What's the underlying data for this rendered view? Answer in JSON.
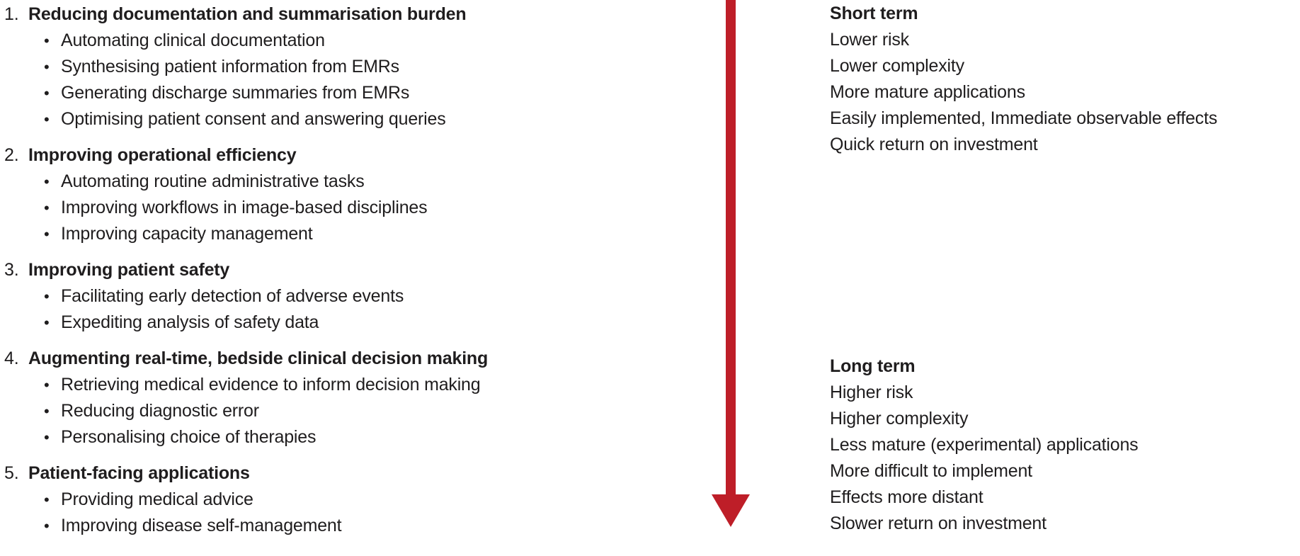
{
  "colors": {
    "arrow_red": "#be1e28",
    "text": "#1f1d1e"
  },
  "left_list": {
    "sections": [
      {
        "number": "1.",
        "title": "Reducing documentation and summarisation burden",
        "items": [
          "Automating clinical documentation",
          "Synthesising patient information from EMRs",
          "Generating discharge summaries from EMRs",
          "Optimising patient consent and answering queries"
        ]
      },
      {
        "number": "2.",
        "title": "Improving operational efficiency",
        "items": [
          "Automating routine administrative tasks",
          "Improving workflows in image-based disciplines",
          "Improving capacity management"
        ]
      },
      {
        "number": "3.",
        "title": "Improving patient safety",
        "items": [
          "Facilitating early detection of adverse events",
          "Expediting analysis of safety data"
        ]
      },
      {
        "number": "4.",
        "title": "Augmenting real-time, bedside clinical decision making",
        "items": [
          "Retrieving medical evidence to inform decision making",
          "Reducing diagnostic error",
          "Personalising choice of therapies"
        ]
      },
      {
        "number": "5.",
        "title": "Patient-facing applications",
        "items": [
          "Providing medical advice",
          "Improving disease self-management"
        ]
      }
    ]
  },
  "timeline": {
    "short_term": {
      "heading": "Short term",
      "lines": [
        "Lower risk",
        "Lower complexity",
        "More mature applications",
        "Easily implemented, Immediate observable effects",
        "Quick return on investment"
      ]
    },
    "long_term": {
      "heading": "Long term",
      "lines": [
        "Higher risk",
        "Higher complexity",
        "Less mature (experimental) applications",
        "More difficult to implement",
        "Effects more distant",
        "Slower return on investment"
      ]
    }
  }
}
